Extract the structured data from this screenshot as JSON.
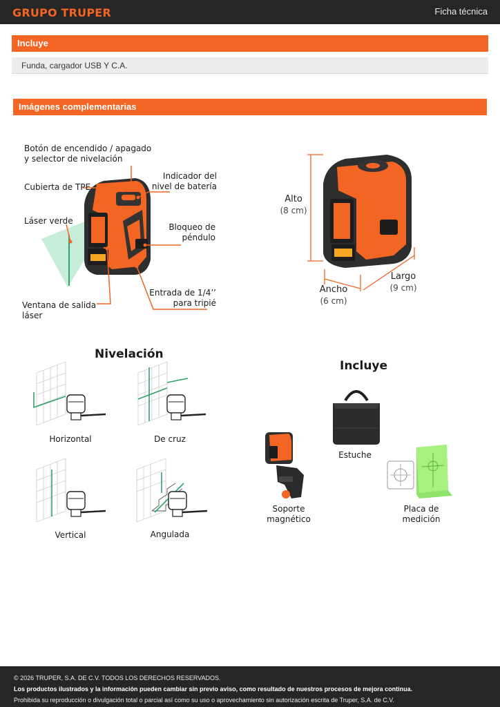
{
  "header": {
    "brand": "GRUPO TRUPER",
    "tag": "Ficha técnica"
  },
  "incluye": {
    "title": "Incluye",
    "value": "Funda, cargador USB Y C.A."
  },
  "imagenes": {
    "title": "Imágenes complementarias"
  },
  "callouts": {
    "boton": "Botón de encendido / apagado\ny selector de nivelación",
    "indicador": "Indicador del\nnivel de batería",
    "cubierta": "Cubierta de TPE",
    "laser": "Láser verde",
    "bloqueo": "Bloqueo de\npéndulo",
    "entrada": "Entrada de 1/4’’\npara tripié",
    "ventana": "Ventana de salida láser"
  },
  "dimensions": {
    "alto_label": "Alto",
    "alto_value": "(8 cm)",
    "largo_label": "Largo",
    "largo_value": "(9 cm)",
    "ancho_label": "Ancho",
    "ancho_value": "(6 cm)"
  },
  "nivelacion": {
    "title": "Nivelación",
    "modes": [
      "Horizontal",
      "De cruz",
      "Vertical",
      "Angulada"
    ]
  },
  "incluye_panel": {
    "title": "Incluye",
    "items": [
      "Estuche",
      "Soporte\nmagnético",
      "Placa de\nmedición"
    ]
  },
  "icons": [
    "laser-level-device-icon",
    "carry-case-icon",
    "magnetic-mount-icon",
    "measuring-plate-icon"
  ],
  "colors": {
    "accent": "#f26522",
    "laser": "#2fa36b",
    "dark": "#262626"
  },
  "footer": {
    "line1": "© 2026 TRUPER, S.A. DE C.V. TODOS LOS DERECHOS RESERVADOS.",
    "line2": "Los productos ilustrados y la información pueden cambiar sin previo aviso, como resultado de nuestros procesos de mejora continua.",
    "line3": "Prohibida su reproducción o divulgación total o parcial así como su uso o aprovechamiento sin autorización escrita de Truper, S.A. de C.V."
  }
}
